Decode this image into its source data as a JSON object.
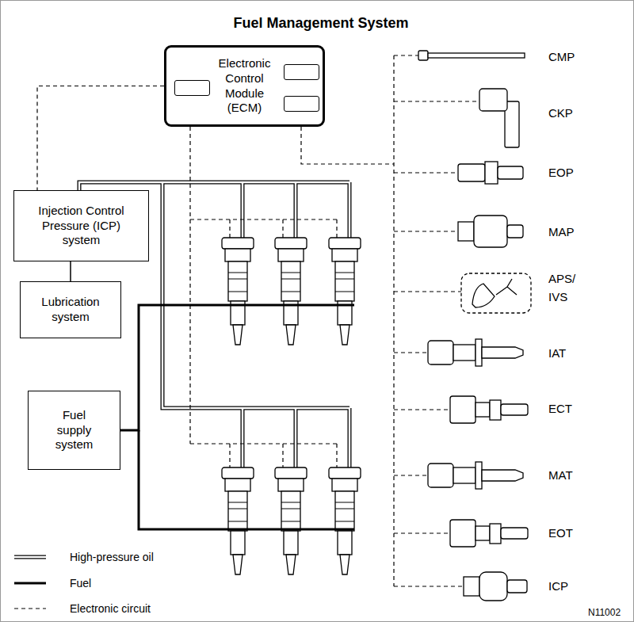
{
  "diagram": {
    "title": "Fuel Management System",
    "nodes": [
      {
        "text": [
          "Electronic Control Module (ECM)"
        ]
      },
      {
        "text": [
          "Injection Control Pressure (ICP) system"
        ]
      },
      {
        "text": [
          "Lubrication system"
        ]
      },
      {
        "text": [
          "Fuel supply system"
        ]
      }
    ],
    "edges": [
      {
        "from": 0,
        "to": 1,
        "arrow": "none"
      },
      {
        "from": 1,
        "to": 2,
        "arrow": "none"
      }
    ],
    "labels": [
      "CMP",
      "CKP",
      "EOP",
      "MAP",
      "APS/ IVS",
      "IAT",
      "ECT",
      "MAT",
      "EOT",
      "ICP",
      "N11002"
    ],
    "legend": [
      {
        "text": "High-pressure oil"
      },
      {
        "text": "Fuel"
      },
      {
        "text": "Electronic circuit"
      }
    ]
  }
}
